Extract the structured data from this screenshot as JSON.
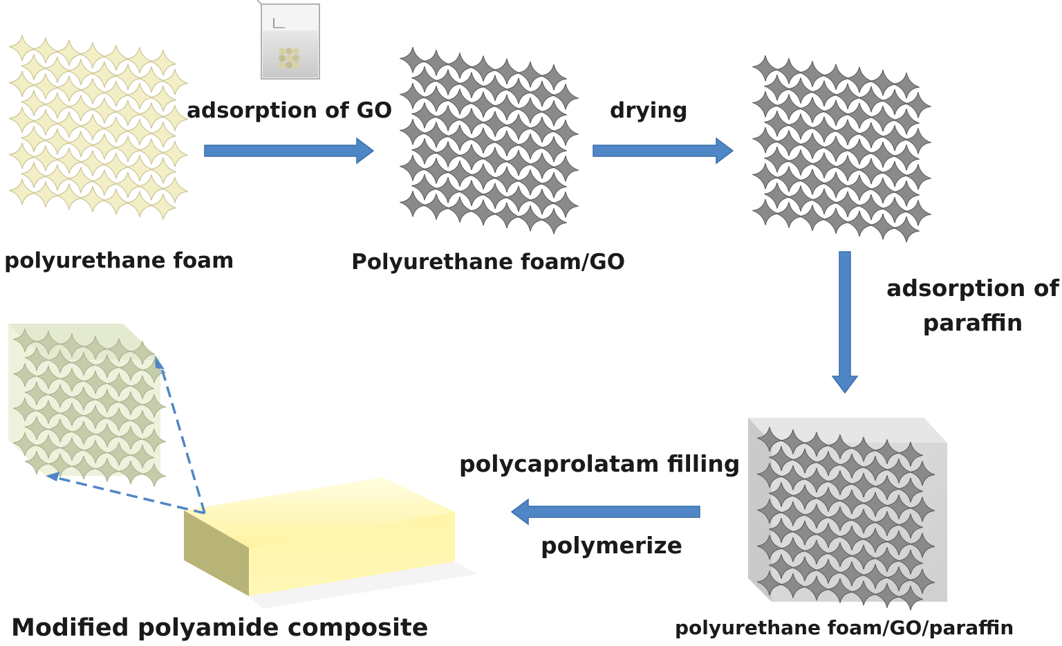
{
  "colors": {
    "arrow": "#4e86c6",
    "arrow_edge": "#3a6ea8",
    "foam_yellow": "#f2eec6",
    "foam_yellow_dark": "#cfc89a",
    "foam_gray": "#8a8a8a",
    "foam_gray_dark": "#5e5e5e",
    "block_top": "#fffcb8",
    "block_front": "#fff49a",
    "block_side": "#b8b478",
    "paraffin_cube": "#d8d8d8",
    "text": "#1a1a1a"
  },
  "stages": {
    "pu_foam": "polyurethane foam",
    "pu_go": "Polyurethane foam/GO",
    "pu_go_paraffin": "polyurethane foam/GO/paraffin",
    "composite": "Modified polyamide composite"
  },
  "steps": {
    "adsorption_go": "adsorption of GO",
    "drying": "drying",
    "adsorption_paraffin_line1": "adsorption of",
    "adsorption_paraffin_line2": "paraffin",
    "pcl_filling": "polycaprolatam filling",
    "polymerize": "polymerize"
  },
  "icons": {
    "beaker": "beaker-icon",
    "process_arrow": "arrow-icon"
  }
}
